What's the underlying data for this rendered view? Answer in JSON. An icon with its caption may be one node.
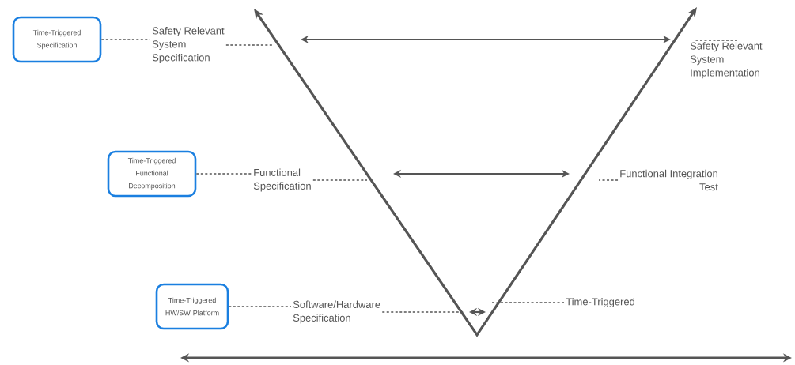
{
  "diagram": {
    "nodes": [
      {
        "text": [
          "Time-Triggered Specification"
        ]
      },
      {
        "text": [
          "Safety Relevant System Specification"
        ]
      },
      {
        "text": [
          "Safety Relevant System Implementation"
        ]
      },
      {
        "text": [
          "Time-Triggered Functional Decomposition"
        ]
      },
      {
        "text": [
          "Functional Specification"
        ]
      },
      {
        "text": [
          "Functional Integration Test"
        ]
      },
      {
        "text": [
          "Time-Triggered HW/SW Platform"
        ]
      },
      {
        "text": [
          "Software/Hardware Specification"
        ]
      },
      {
        "text": [
          "Time-Triggered"
        ]
      }
    ],
    "edges": [
      {
        "from": 0,
        "to": 1,
        "arrow": "none",
        "style": "dashed"
      },
      {
        "from": 1,
        "to": null,
        "arrow": "none",
        "style": "dashed"
      },
      {
        "from": 2,
        "to": null,
        "arrow": "none",
        "style": "dashed"
      },
      {
        "from": 3,
        "to": 4,
        "arrow": "none",
        "style": "dashed"
      },
      {
        "from": 4,
        "to": null,
        "arrow": "none",
        "style": "dashed"
      },
      {
        "from": 5,
        "to": null,
        "arrow": "none",
        "style": "dashed"
      },
      {
        "from": 6,
        "to": 7,
        "arrow": "none",
        "style": "dashed"
      },
      {
        "from": 7,
        "to": null,
        "arrow": "none",
        "style": "dashed"
      },
      {
        "from": 8,
        "to": null,
        "arrow": "none",
        "style": "dashed"
      }
    ]
  }
}
